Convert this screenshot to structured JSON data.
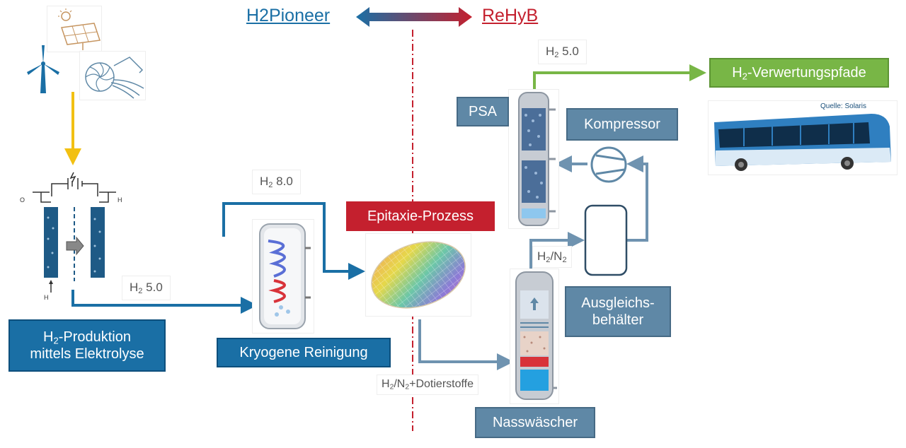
{
  "header": {
    "left": "H2Pioneer",
    "right": "ReHyB"
  },
  "labels": {
    "h2_50_left": "5.0",
    "h2_80": "8.0",
    "h2_50_top": "5.0",
    "h2n2": "H",
    "h2n2_dot": "H",
    "source": "Quelle: Solaris",
    "o2": "O",
    "h2_small": "H",
    "h2o": "H"
  },
  "boxes": {
    "produktion_line1": "-Produktion",
    "produktion_line2": "mittels Elektrolyse",
    "kryogene": "Kryogene  Reinigung",
    "epitaxie": "Epitaxie-Prozess",
    "psa": "PSA",
    "kompressor": "Kompressor",
    "ausgleich_line1": "Ausgleichs-",
    "ausgleich_line2": "behälter",
    "nasswaescher": "Nasswäscher",
    "verwertung": "-Verwertungspfade"
  },
  "colors": {
    "pioneer": "#1a6fa5",
    "rehyb": "#c4202e",
    "flow_blue": "#1a6fa5",
    "flow_grey": "#6f93b0",
    "flow_green": "#78b646",
    "flow_yellow": "#f2c012"
  },
  "icons": [
    "solar-panel-icon",
    "wind-turbine-icon",
    "hydro-turbine-icon",
    "electrolyzer-icon",
    "cryo-tank-icon",
    "wafer-icon",
    "psa-column-icon",
    "compressor-icon",
    "buffer-tank-icon",
    "scrubber-icon",
    "bus-icon"
  ]
}
